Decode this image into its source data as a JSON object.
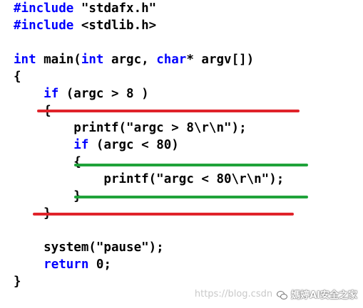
{
  "code_lines": [
    [
      {
        "t": "#include",
        "k": "kw"
      },
      {
        "t": " \"stdafx.h\"",
        "k": "tk"
      }
    ],
    [
      {
        "t": "#include",
        "k": "kw"
      },
      {
        "t": " <stdlib.h>",
        "k": "tk"
      }
    ],
    [],
    [
      {
        "t": "int",
        "k": "kw"
      },
      {
        "t": " main(",
        "k": "tk"
      },
      {
        "t": "int",
        "k": "kw"
      },
      {
        "t": " argc, ",
        "k": "tk"
      },
      {
        "t": "char",
        "k": "kw"
      },
      {
        "t": "* argv[])",
        "k": "tk"
      }
    ],
    [
      {
        "t": "{",
        "k": "tk"
      }
    ],
    [
      {
        "t": "    ",
        "k": "tk"
      },
      {
        "t": "if",
        "k": "kw"
      },
      {
        "t": " (argc > 8 )",
        "k": "tk"
      }
    ],
    [
      {
        "t": "    {",
        "k": "tk"
      }
    ],
    [
      {
        "t": "        printf(\"argc > 8\\r\\n\");",
        "k": "tk"
      }
    ],
    [
      {
        "t": "        ",
        "k": "tk"
      },
      {
        "t": "if",
        "k": "kw"
      },
      {
        "t": " (argc < 80)",
        "k": "tk"
      }
    ],
    [
      {
        "t": "        {",
        "k": "tk"
      }
    ],
    [
      {
        "t": "            printf(\"argc < 80\\r\\n\");",
        "k": "tk"
      }
    ],
    [
      {
        "t": "        }",
        "k": "tk"
      }
    ],
    [
      {
        "t": "    }",
        "k": "tk"
      }
    ],
    [],
    [
      {
        "t": "    system(\"pause\");",
        "k": "tk"
      }
    ],
    [
      {
        "t": "    ",
        "k": "tk"
      },
      {
        "t": "return",
        "k": "kw"
      },
      {
        "t": " 0;",
        "k": "tk"
      }
    ],
    [
      {
        "t": "}",
        "k": "tk"
      }
    ]
  ],
  "colors": {
    "keyword": "#0000ff",
    "text": "#000000",
    "outer_block_marker": "#e0232a",
    "inner_block_marker": "#1fa33a"
  },
  "watermark": {
    "url": "https://blog.csdn",
    "brand": "媽婷AI安全之家",
    "icon": "wechat-icon"
  }
}
